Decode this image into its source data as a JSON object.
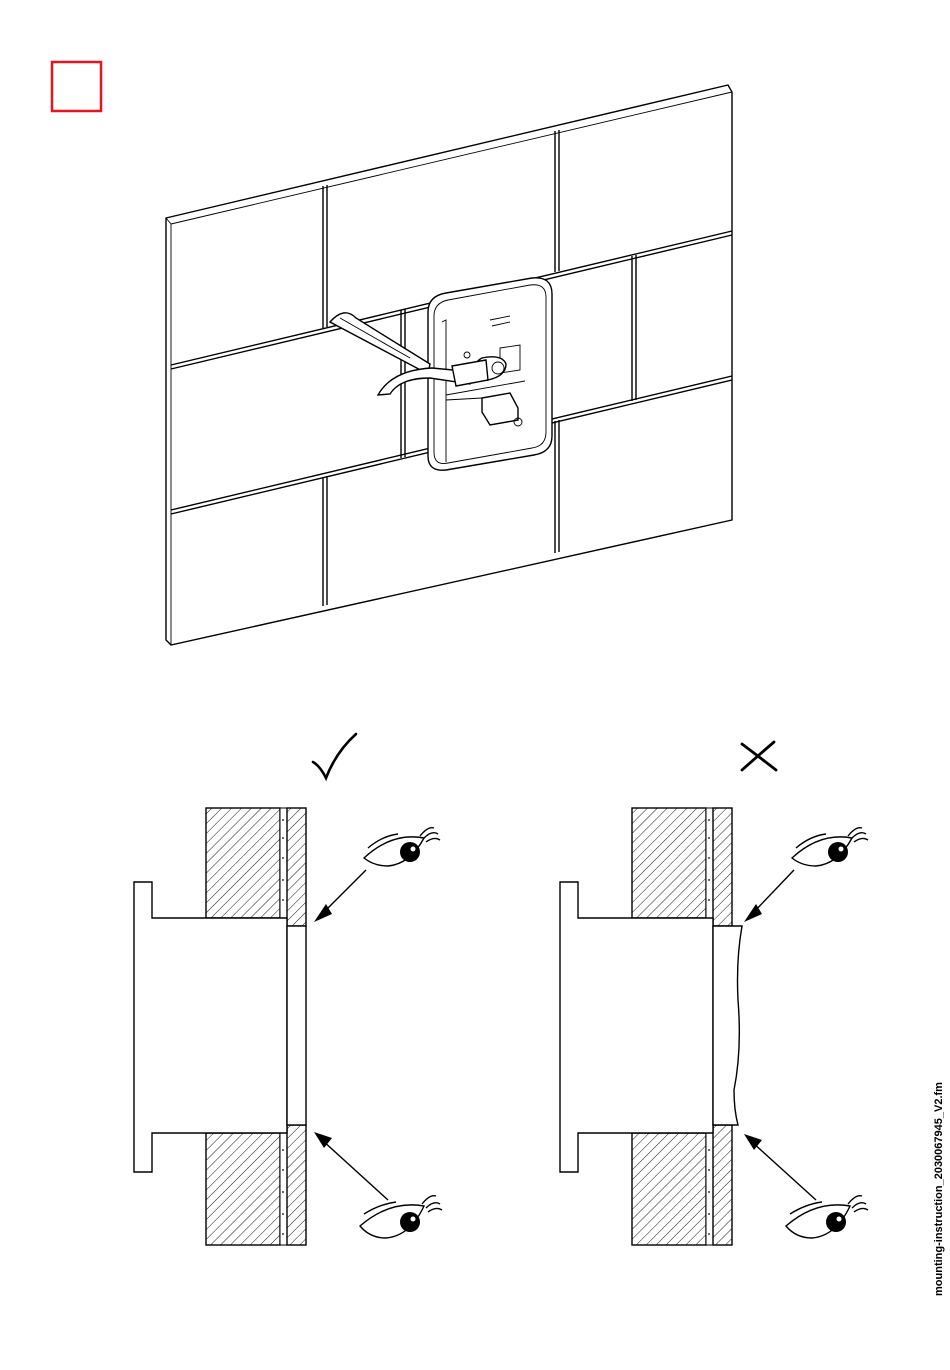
{
  "document": {
    "footer_ref": "mounting-instruction_2030067945_V2.fm"
  },
  "colors": {
    "step_box": "#e8141b",
    "ink": "#000000"
  },
  "panels": [
    {
      "id": "correct",
      "verdict": "checkmark-icon"
    },
    {
      "id": "wrong",
      "verdict": "cross-icon"
    }
  ]
}
